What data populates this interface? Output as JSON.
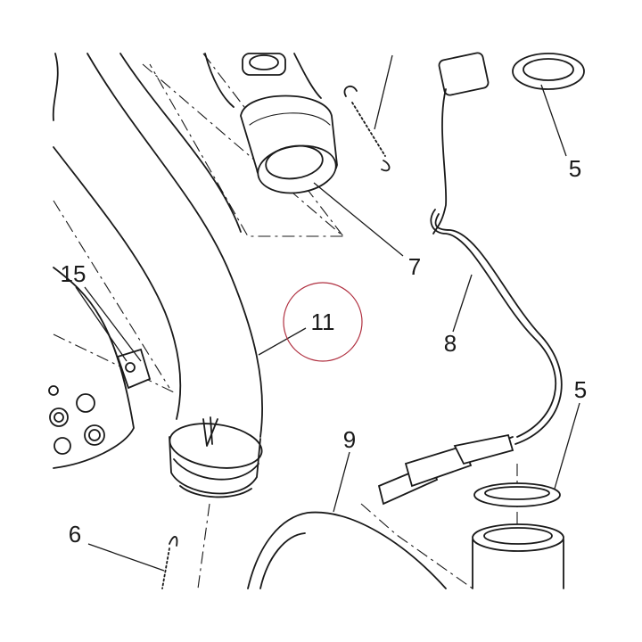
{
  "callouts": [
    {
      "key": "c5a",
      "label": "5"
    },
    {
      "key": "c7",
      "label": "7"
    },
    {
      "key": "c15",
      "label": "15"
    },
    {
      "key": "c11",
      "label": "11"
    },
    {
      "key": "c8",
      "label": "8"
    },
    {
      "key": "c5b",
      "label": "5"
    },
    {
      "key": "c9",
      "label": "9"
    },
    {
      "key": "c6",
      "label": "6"
    }
  ],
  "highlight_color": "#b03040",
  "highlighted_part": "11"
}
